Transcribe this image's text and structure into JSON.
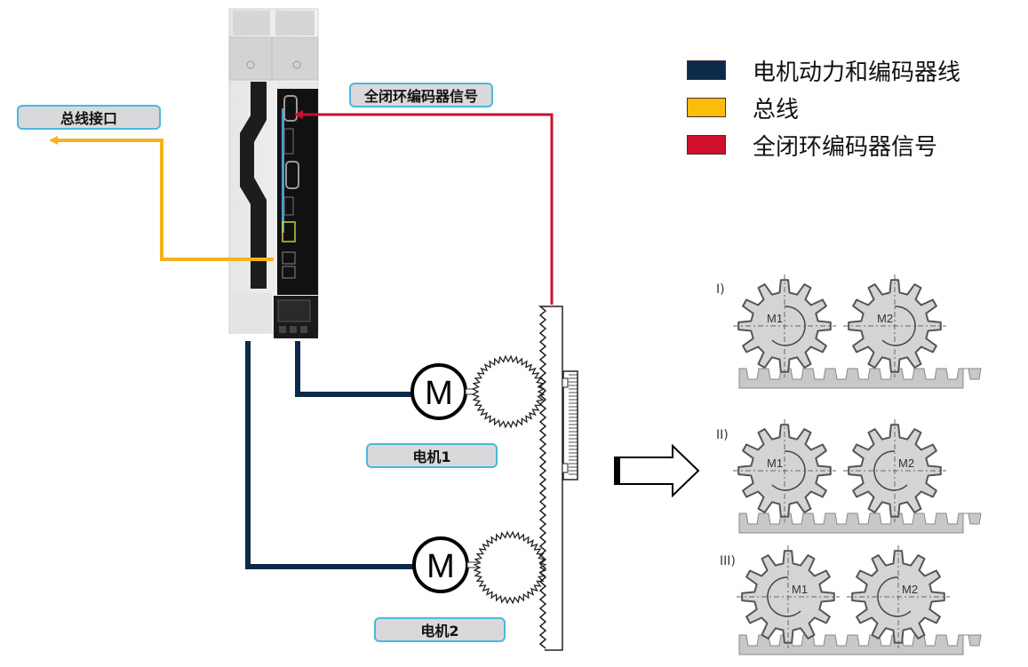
{
  "labels": {
    "bus_interface": "总线接口",
    "closed_loop_signal": "全闭环编码器信号",
    "motor1": "电机1",
    "motor2": "电机2",
    "motor_symbol": "M"
  },
  "legend": [
    {
      "label": "电机动力和编码器线",
      "color": "#0d2a4a"
    },
    {
      "label": "总线",
      "color": "#fbbd08"
    },
    {
      "label": "全闭环编码器信号",
      "color": "#d0102a"
    }
  ],
  "colors": {
    "power_line": "#0d2a4a",
    "bus_line": "#f5b41c",
    "encoder_line": "#c8102e",
    "tag_border": "#4bb8dc",
    "tag_fill": "#d9d9dc",
    "gear_fill": "#d4d4d4",
    "gear_stroke": "#555555"
  },
  "cases": [
    {
      "label": "I)",
      "gear1": "M1",
      "gear2": "M2"
    },
    {
      "label": "II)",
      "gear1": "M1",
      "gear2": "M2"
    },
    {
      "label": "III)",
      "gear1": "M1",
      "gear2": "M2"
    }
  ]
}
